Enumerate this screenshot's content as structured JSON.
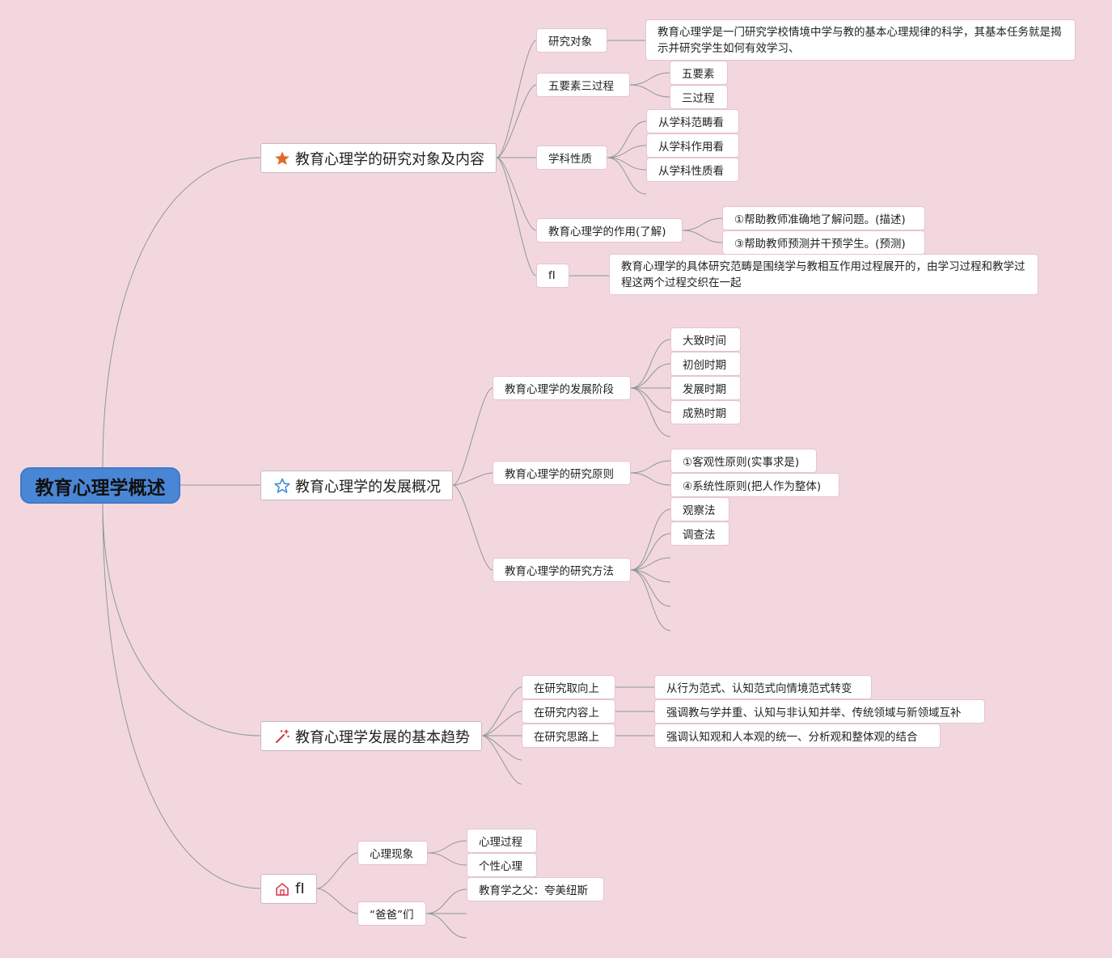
{
  "root": "教育心理学概述",
  "branches": [
    {
      "label": "教育心理学的研究对象及内容",
      "icon": "star-filled-icon",
      "children": [
        {
          "label": "研究对象",
          "children": [
            "教育心理学是一门研究学校情境中学与教的基本心理规律的科学，其基本任务就是揭示并研究学生如何有效学习、"
          ]
        },
        {
          "label": "五要素三过程",
          "children": [
            "五要素",
            "三过程"
          ]
        },
        {
          "label": "学科性质",
          "children": [
            "从学科范畴看",
            "从学科作用看",
            "从学科性质看"
          ]
        },
        {
          "label": "教育心理学的作用(了解)",
          "children": [
            "①帮助教师准确地了解问题。(描述)",
            "③帮助教师预测并干预学生。(预测)"
          ]
        },
        {
          "label": "fI",
          "children": [
            "教育心理学的具体研究范畴是围绕学与教相互作用过程展开的，由学习过程和教学过程这两个过程交织在一起"
          ]
        }
      ]
    },
    {
      "label": "教育心理学的发展概况",
      "icon": "star-outline-icon",
      "children": [
        {
          "label": "教育心理学的发展阶段",
          "children": [
            "大致时间",
            "初创时期",
            "发展时期",
            "成熟时期"
          ]
        },
        {
          "label": "教育心理学的研究原则",
          "children": [
            "①客观性原则(实事求是)",
            "④系统性原则(把人作为整体)"
          ]
        },
        {
          "label": "教育心理学的研究方法",
          "children": [
            "观察法",
            "调查法"
          ]
        }
      ]
    },
    {
      "label": "教育心理学发展的基本趋势",
      "icon": "magic-wand-icon",
      "children": [
        {
          "label": "在研究取向上",
          "children": [
            "从行为范式、认知范式向情境范式转变"
          ]
        },
        {
          "label": "在研究内容上",
          "children": [
            "强调教与学并重、认知与非认知并举、传统领域与新领域互补"
          ]
        },
        {
          "label": "在研究思路上",
          "children": [
            "强调认知观和人本观的统一、分析观和整体观的结合"
          ]
        }
      ]
    },
    {
      "label": "fI",
      "icon": "home-icon",
      "children": [
        {
          "label": "心理现象",
          "children": [
            "心理过程",
            "个性心理"
          ]
        },
        {
          "label": "“爸爸”们",
          "children": [
            "教育学之父：夸美纽斯"
          ]
        }
      ]
    }
  ],
  "colors": {
    "background": "#f3d7df",
    "root_fill": "#4a86d6",
    "line": "#8a9a92",
    "star_orange": "#e06a2b",
    "star_blue": "#3d8fd6",
    "wand_red": "#d8344a",
    "home_red": "#e0445a"
  }
}
